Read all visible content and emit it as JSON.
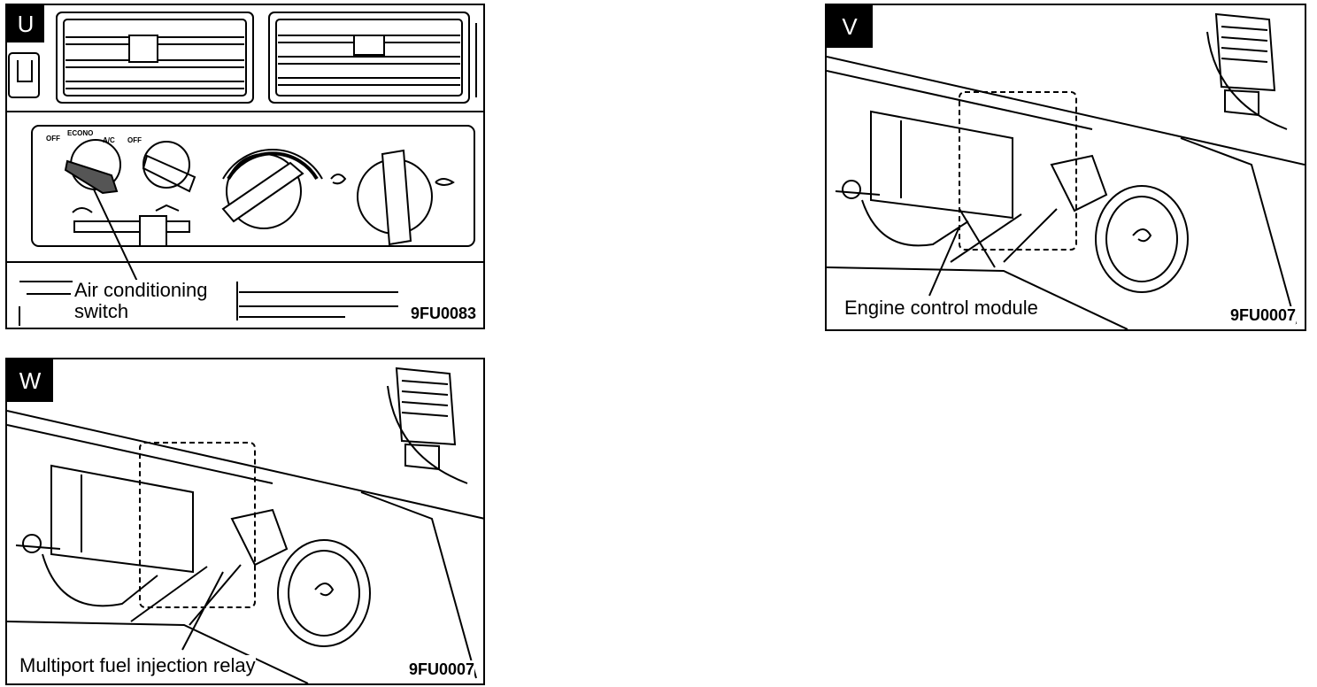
{
  "panels": {
    "u": {
      "letter": "U",
      "caption_line1": "Air conditioning",
      "caption_line2": "switch",
      "code": "9FU0083",
      "knob_labels": {
        "off1": "OFF",
        "econo": "ECONO",
        "ac": "A/C",
        "off2": "OFF"
      }
    },
    "v": {
      "letter": "V",
      "caption": "Engine control module",
      "code": "9FU0007"
    },
    "w": {
      "letter": "W",
      "caption": "Multiport fuel injection relay",
      "code": "9FU0007"
    }
  }
}
